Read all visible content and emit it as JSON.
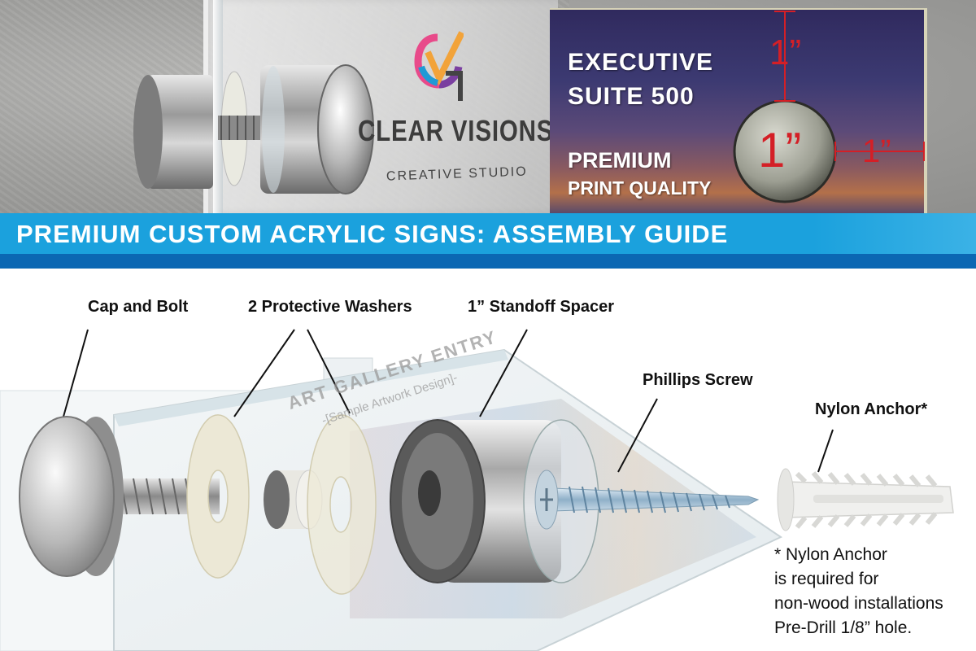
{
  "photo": {
    "brand": {
      "name": "CLEAR VISIONS",
      "subtitle": "CREATIVE STUDIO"
    },
    "sign": {
      "line1": "EXECUTIVE",
      "line2": "SUITE 500",
      "line3": "PREMIUM",
      "line4": "PRINT QUALITY"
    },
    "dimensions": {
      "top": "1”",
      "center": "1”",
      "right": "1”"
    }
  },
  "banner": {
    "title": "PREMIUM CUSTOM ACRYLIC SIGNS: ASSEMBLY GUIDE"
  },
  "diagram": {
    "sample_sign": {
      "title": "ART GALLERY ENTRY",
      "subtitle": "-[Sample Artwork Design]-"
    },
    "callouts": {
      "cap_and_bolt": "Cap and Bolt",
      "washers": "2 Protective Washers",
      "spacer": "1” Standoff Spacer",
      "screw": "Phillips Screw",
      "anchor": "Nylon Anchor*"
    },
    "note": {
      "line1": "* Nylon Anchor",
      "line2": "is required for",
      "line3": "non-wood installations",
      "line4": "Pre-Drill 1/8” hole."
    }
  },
  "colors": {
    "banner": "#1ba1dd",
    "banner_dark": "#0b67b3",
    "dimension_red": "#d41f26"
  }
}
